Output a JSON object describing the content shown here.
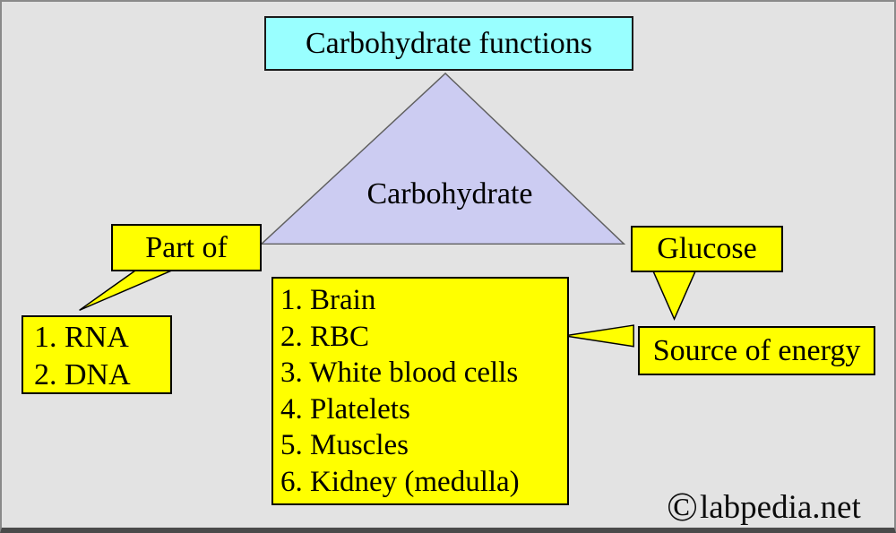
{
  "colors": {
    "background": "#e3e3e3",
    "title_fill": "#99ffff",
    "triangle_fill": "#ccccf2",
    "callout_fill": "#ffff00",
    "border": "#000000",
    "text": "#000000"
  },
  "title": {
    "label": "Carbohydrate functions"
  },
  "triangle": {
    "label": "Carbohydrate"
  },
  "left_branch": {
    "callout_label": "Part of",
    "items": [
      "1. RNA",
      "2. DNA"
    ]
  },
  "center_list": {
    "items": [
      "1. Brain",
      "2. RBC",
      "3. White blood cells",
      "4. Platelets",
      "5. Muscles",
      "6. Kidney (medulla)"
    ]
  },
  "right_branch": {
    "callout_label": "Glucose",
    "result_label": "Source of energy"
  },
  "watermark": {
    "symbol": "©",
    "label": "labpedia.net"
  }
}
